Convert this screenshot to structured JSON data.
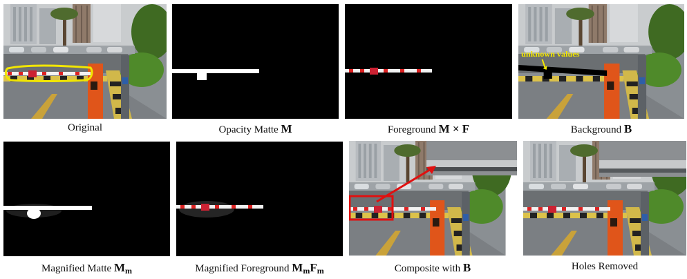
{
  "captions": {
    "original": "Original",
    "opacity_matte": {
      "text": "Opacity Matte ",
      "symbol": "M"
    },
    "foreground": {
      "text": "Foreground ",
      "symbol": "M × F"
    },
    "background": {
      "text": "Background ",
      "symbol": "B"
    },
    "magnified_matte": {
      "text": "Magnified Matte ",
      "symbol": "M",
      "sub": "m"
    },
    "magnified_foreground": {
      "text": "Magnified Foreground ",
      "symbol1": "M",
      "sub1": "m",
      "symbol2": "F",
      "sub2": "m"
    },
    "composite": {
      "text": "Composite with ",
      "symbol": "B"
    },
    "holes_removed": "Holes Removed"
  },
  "annotations": {
    "unknown_values": "unknown values"
  },
  "colors": {
    "annotation_yellow": "#f2e600",
    "highlight_red": "#e01010",
    "barrier_orange": "#e0551a",
    "matte_white": "#ffffff",
    "background_black": "#000000"
  }
}
